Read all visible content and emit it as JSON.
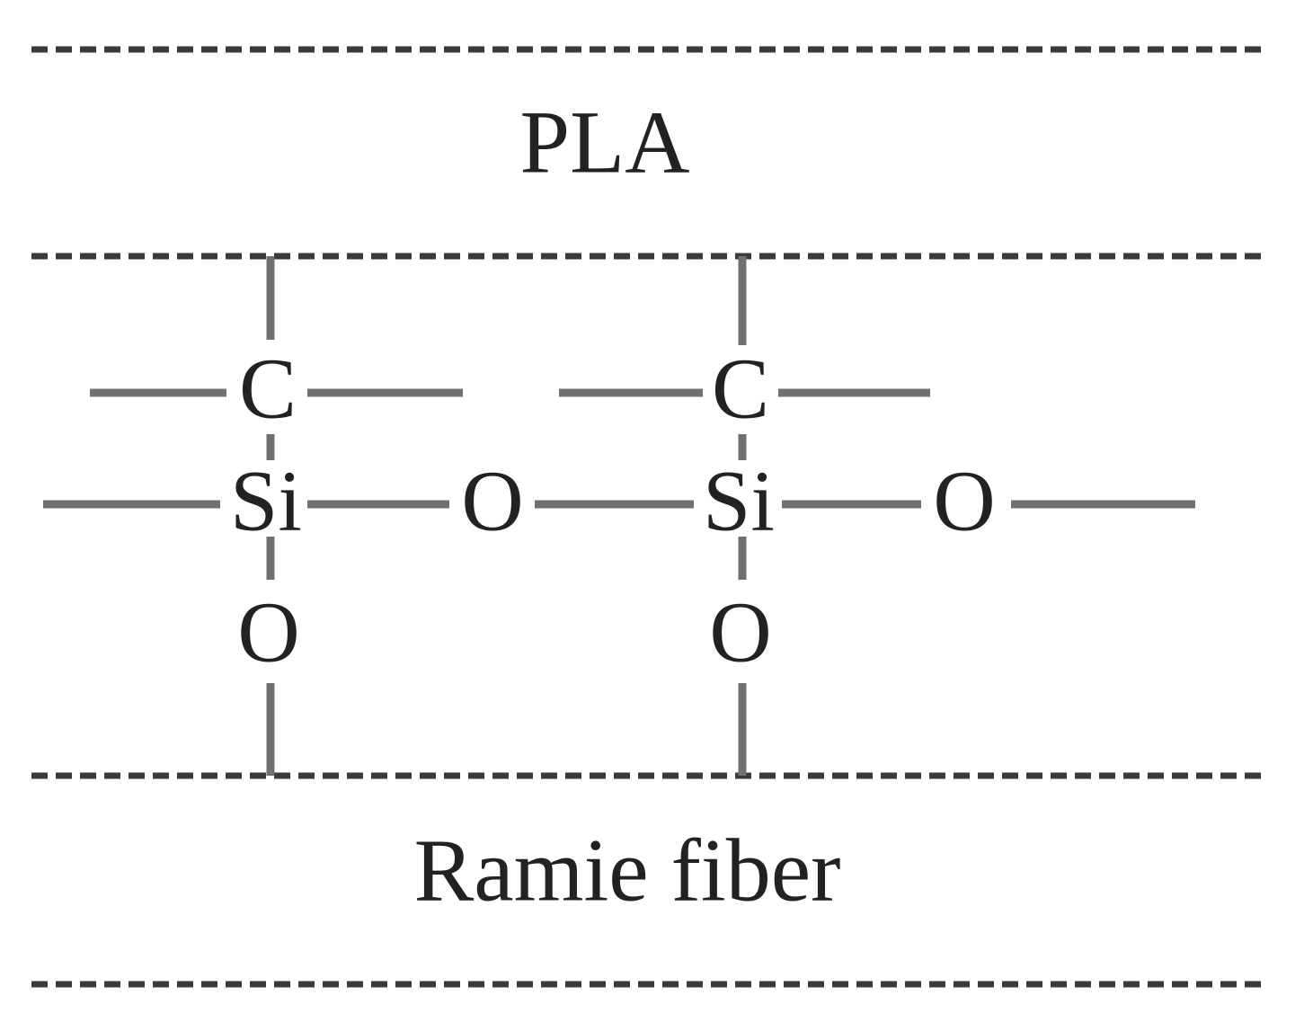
{
  "regions": {
    "top_label": "PLA",
    "bottom_label": "Ramie fiber"
  },
  "atoms": {
    "c1": "C",
    "c2": "C",
    "si1": "Si",
    "si2": "Si",
    "o_bridge1": "O",
    "o_bridge2": "O",
    "o_lower1": "O",
    "o_lower2": "O"
  }
}
